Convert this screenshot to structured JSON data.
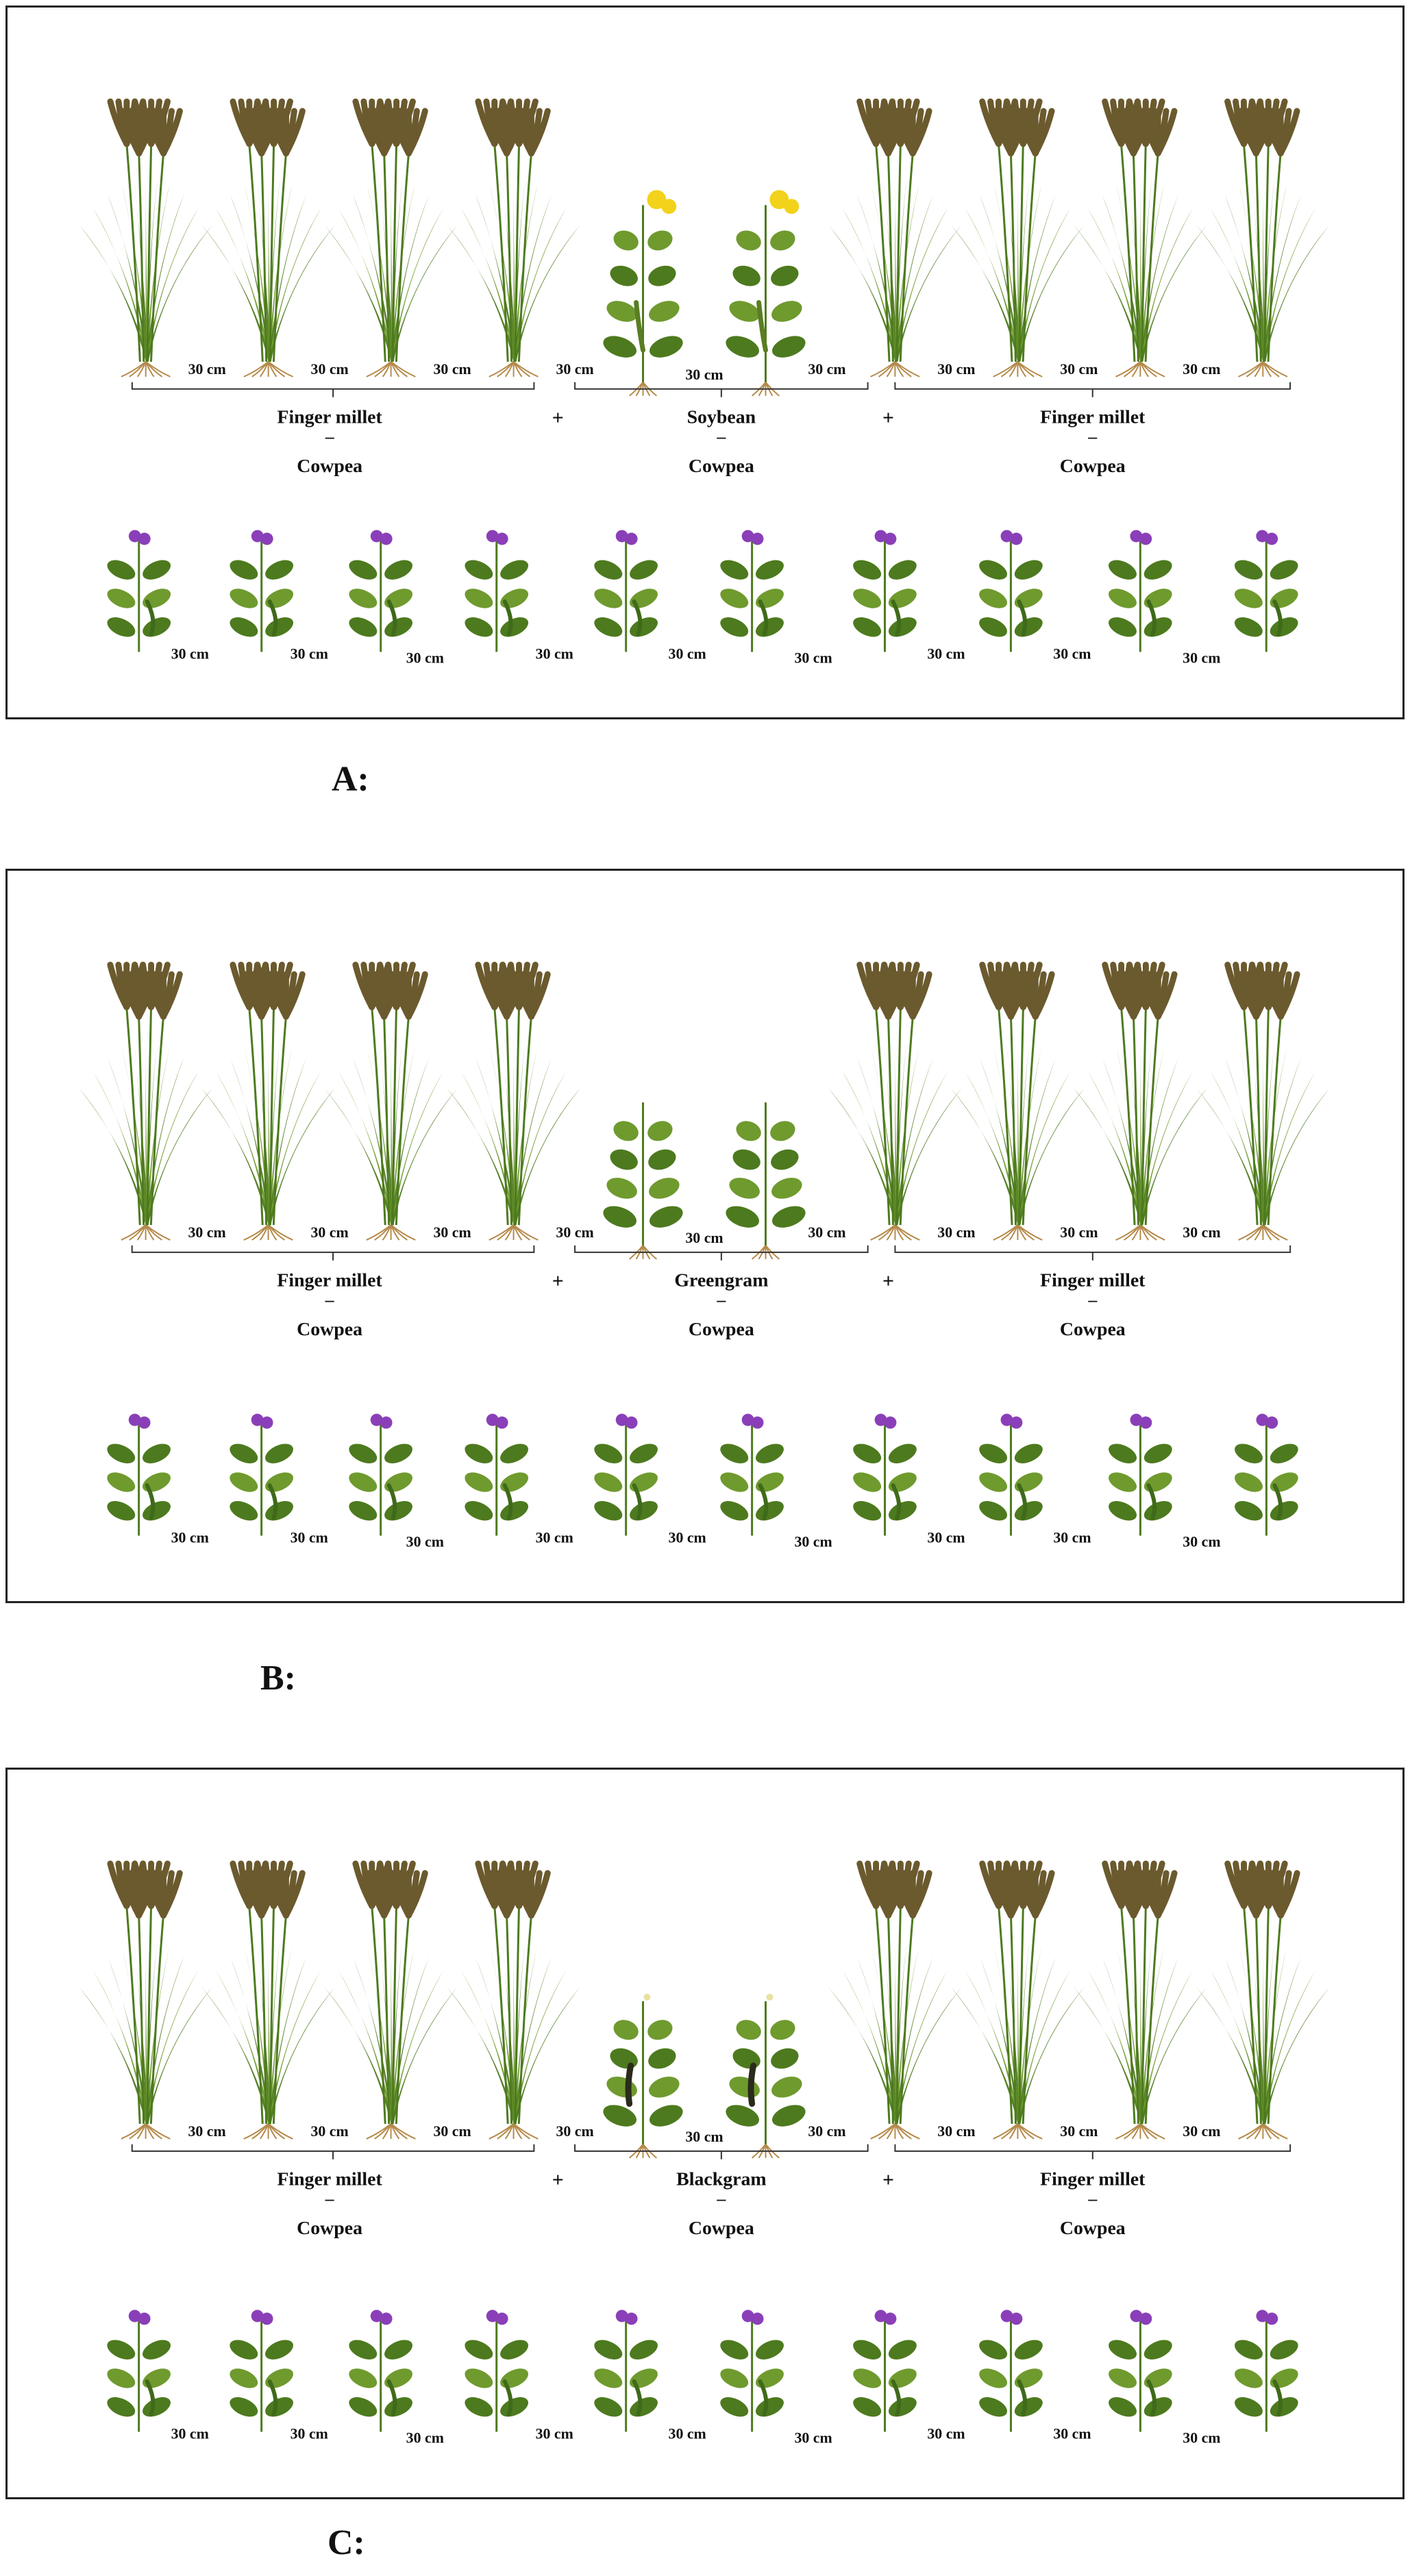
{
  "spacing_label": "30 cm",
  "plus_sign": "+",
  "dash": "–",
  "panels": [
    {
      "caption": "A:",
      "left_group": [
        "Finger millet",
        "Cowpea"
      ],
      "middle_group": [
        "Soybean",
        "Cowpea"
      ],
      "right_group": [
        "Finger millet",
        "Cowpea"
      ],
      "middle_crop": "soybean"
    },
    {
      "caption": "B:",
      "left_group": [
        "Finger millet",
        "Cowpea"
      ],
      "middle_group": [
        "Greengram",
        "Cowpea"
      ],
      "right_group": [
        "Finger millet",
        "Cowpea"
      ],
      "middle_crop": "greengram"
    },
    {
      "caption": "C:",
      "left_group": [
        "Finger millet",
        "Cowpea"
      ],
      "middle_group": [
        "Blackgram",
        "Cowpea"
      ],
      "right_group": [
        "Finger millet",
        "Cowpea"
      ],
      "middle_crop": "blackgram"
    }
  ],
  "colors": {
    "leaf": "#6f9a2e",
    "leaf_dark": "#4d7a1e",
    "spike": "#6b5a2e",
    "soy_flower": "#f2d21a",
    "cowpea_flower": "#8a3fb8",
    "root": "#b58a4a"
  }
}
